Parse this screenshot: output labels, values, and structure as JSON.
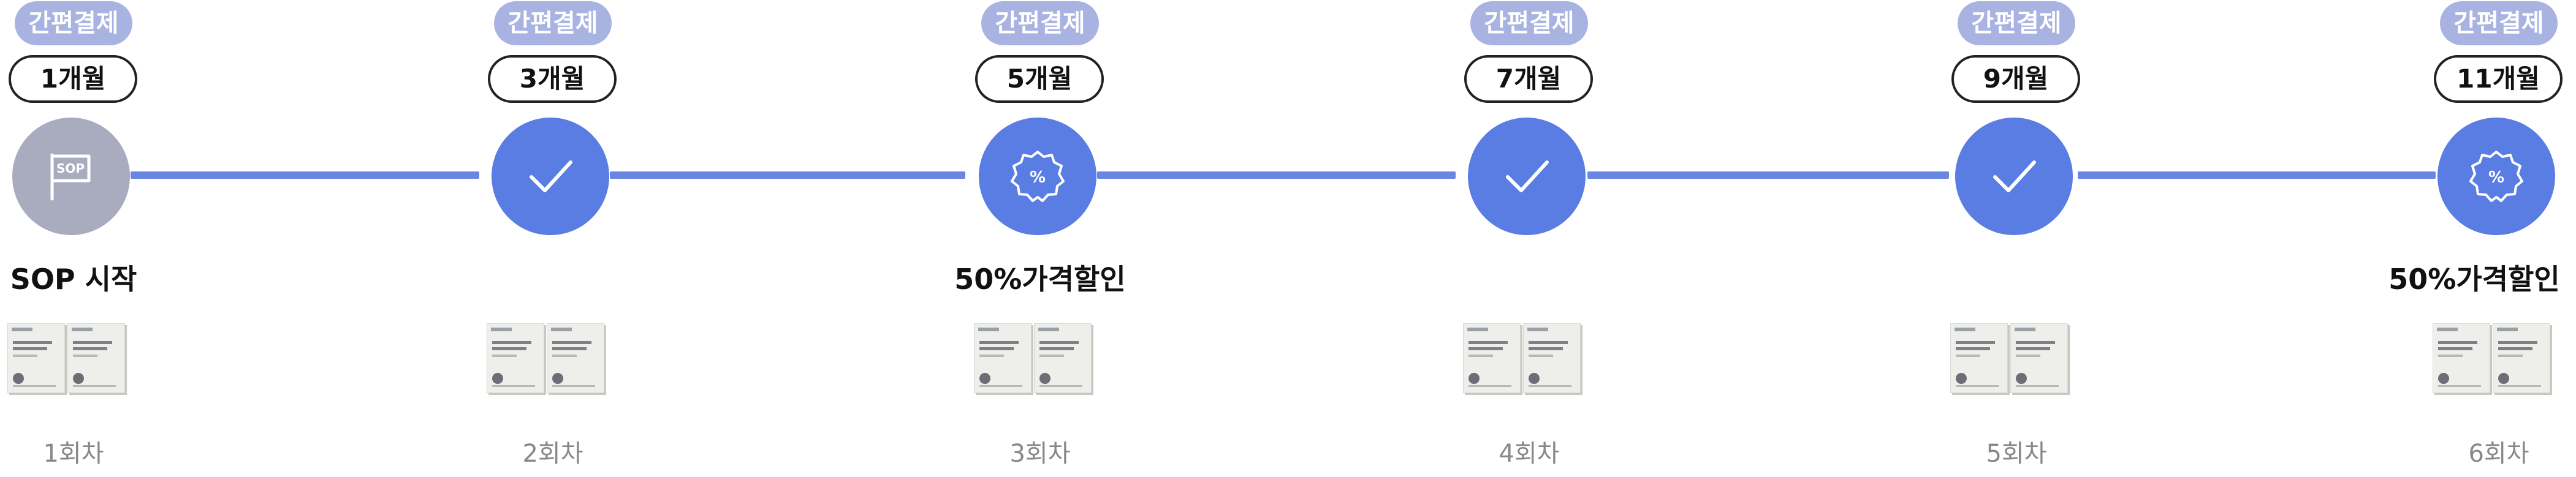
{
  "steps": [
    {
      "payment": "간편결제",
      "month": "1개월",
      "state": "start",
      "node_icon": "sop-flag-icon",
      "event": "SOP 시작",
      "round": "1회차"
    },
    {
      "payment": "간편결제",
      "month": "3개월",
      "state": "done",
      "node_icon": "check-icon",
      "event": "",
      "round": "2회차"
    },
    {
      "payment": "간편결제",
      "month": "5개월",
      "state": "discount",
      "node_icon": "percent-badge-icon",
      "event": "50%가격할인",
      "round": "3회차"
    },
    {
      "payment": "간편결제",
      "month": "7개월",
      "state": "done",
      "node_icon": "check-icon",
      "event": "",
      "round": "4회차"
    },
    {
      "payment": "간편결제",
      "month": "9개월",
      "state": "done",
      "node_icon": "check-icon",
      "event": "",
      "round": "5회차"
    },
    {
      "payment": "간편결제",
      "month": "11개월",
      "state": "discount",
      "node_icon": "percent-badge-icon",
      "event": "50%가격할인",
      "round": "6회차"
    }
  ],
  "sop_badge_text": "SOP",
  "percent_symbol": "%",
  "colors": {
    "accent": "#5a7de3",
    "connector": "#6a86e3",
    "start_node": "#a8acbe",
    "payment_badge": "#a9b3e2",
    "round_text": "#888888"
  }
}
